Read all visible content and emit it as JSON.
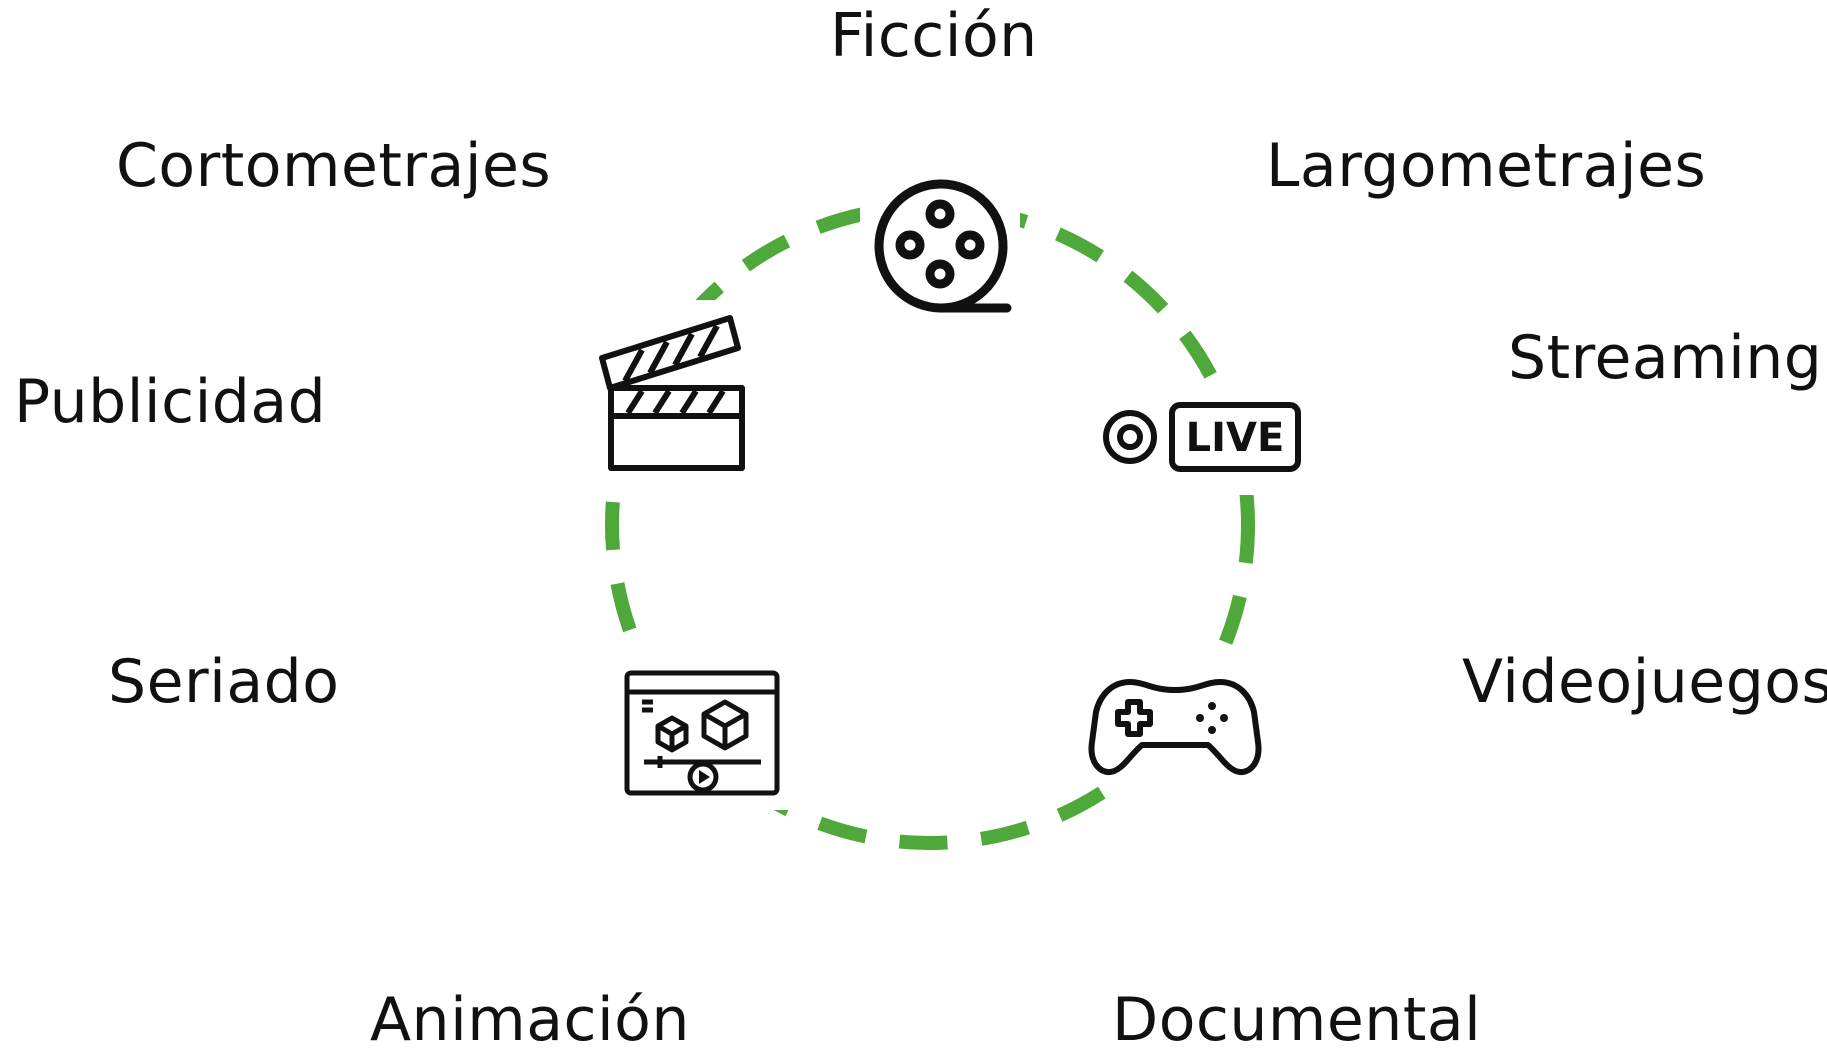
{
  "labels": {
    "ficcion": "Ficción",
    "cortometrajes": "Cortometrajes",
    "largometrajes": "Largometrajes",
    "streaming": "Streaming",
    "publicidad": "Publicidad",
    "seriado": "Seriado",
    "videojuegos": "Videojuegos",
    "animacion": "Animación",
    "documental": "Documental"
  },
  "icons": {
    "top": "film-reel-icon",
    "left": "clapperboard-icon",
    "right": "live-stream-icon",
    "bottom_left": "animation-3d-icon",
    "bottom_right": "gamepad-icon"
  },
  "live_badge": "LIVE",
  "colors": {
    "ring": "#4fa83a",
    "text": "#111111",
    "icon_stroke": "#111111"
  }
}
